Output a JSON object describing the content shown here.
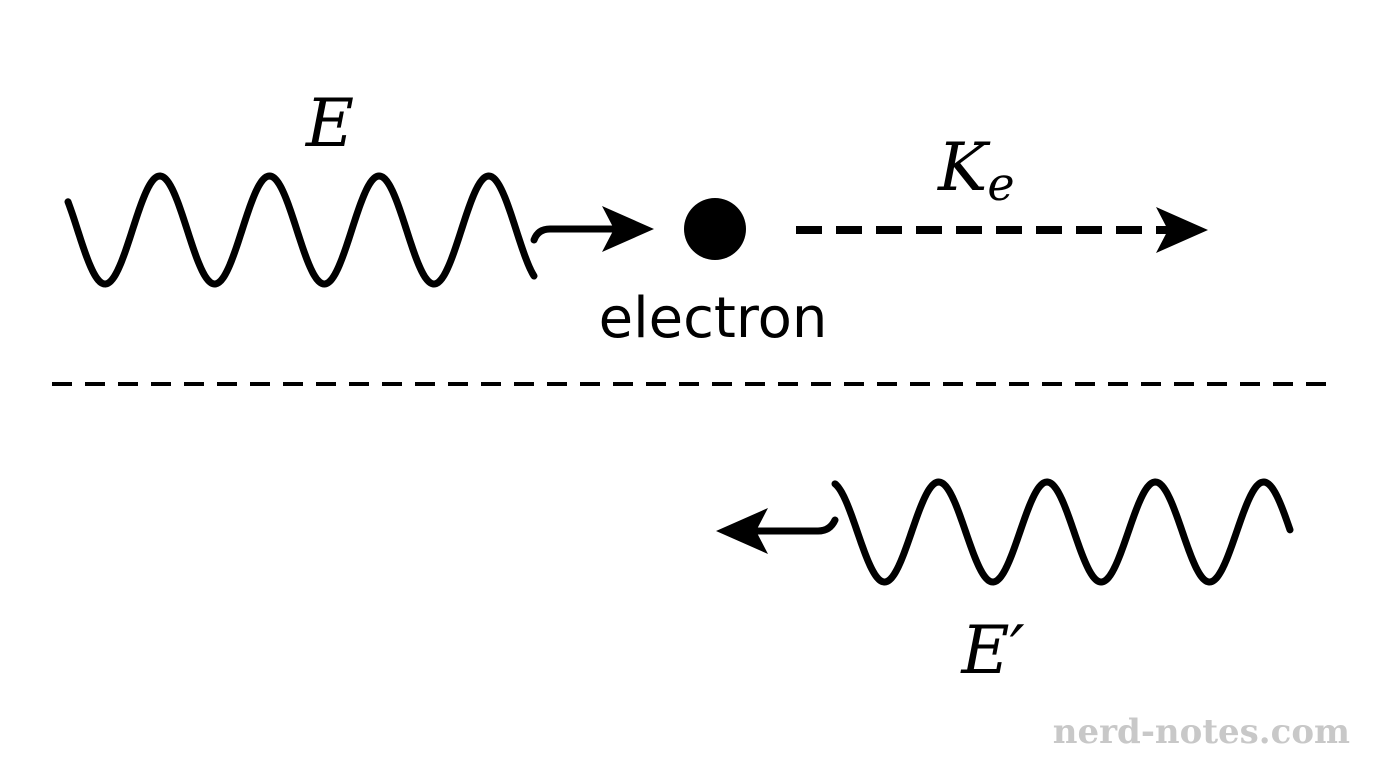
{
  "labels": {
    "incident_energy": "E",
    "kinetic_energy_main": "K",
    "kinetic_energy_sub": "e",
    "particle": "electron",
    "scattered_energy": "E′"
  },
  "watermark": "nerd-notes.com",
  "colors": {
    "ink": "#000000",
    "watermark": "#c8c8c8"
  }
}
